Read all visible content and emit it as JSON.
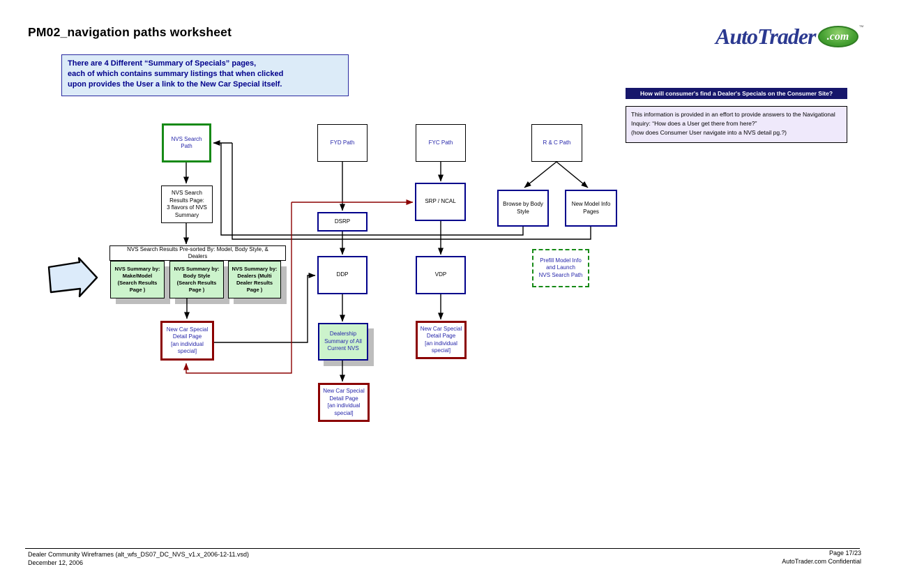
{
  "page": {
    "title": "PM02_navigation paths worksheet"
  },
  "logo": {
    "brand": "AutoTrader",
    "suffix": ".com",
    "tm": "™"
  },
  "note": {
    "text": "There are 4 Different “Summary of Specials” pages,\neach of which contains summary listings that when clicked\nupon provides the User a link to the New Car Special itself."
  },
  "question_bar": {
    "text": "How will consumer's find a Dealer's Specials on the Consumer Site?"
  },
  "info_box": {
    "text": "This information is provided in an effort to provide answers to the Navigational\nInquiry: “How does a User get there from here?”\n(how does Consumer User navigate into a NVS detail pg.?)"
  },
  "nodes": {
    "nvs_search_path": "NVS Search Path",
    "fyd_path": "FYD Path",
    "fyc_path": "FYC Path",
    "rc_path": "R & C Path",
    "nvs_search_results": "NVS Search\nResults Page:\n3 flavors of NVS\nSummary",
    "srp_ncal": "SRP / NCAL",
    "dsrp": "DSRP",
    "browse_body_style": "Browse by Body\nStyle",
    "new_model_info": "New Model Info\nPages",
    "presorted_header": "NVS Search Results Pre-sorted By: Model, Body Style, &\nDealers",
    "summary_make_model": "NVS Summary by:\nMake/Model\n(Search Results\nPage )",
    "summary_body_style": "NVS Summary by:\nBody Style\n(Search Results\nPage )",
    "summary_dealers": "NVS Summary by:\nDealers (Multi\nDealer Results\nPage )",
    "ncs_left": "New Car Special\nDetail Page\n[an individual\nspecial]",
    "ddp": "DDP",
    "vdp": "VDP",
    "dealership_summary": "Dealership\nSummary of All\nCurrent NVS",
    "ncs_right": "New Car Special\nDetail Page\n[an individual\nspecial]",
    "prefill_model": "Prefill Model Info\nand Launch\nNVS Search Path",
    "ncs_bottom": "New Car Special\nDetail Page\n[an individual\nspecial]"
  },
  "footer": {
    "doc": "Dealer Community Wireframes (alt_wfs_DS07_DC_NVS_v1.x_2006-12-11.vsd)",
    "date": "December 12, 2006",
    "page": "Page 17/23",
    "confidential": "AutoTrader.com Confidential"
  },
  "colors": {
    "green_border": "#168a16",
    "navy_border": "#00008b",
    "red_border": "#8b0000",
    "red_connector": "#8b0000",
    "blue_text": "#2626aa",
    "green_fill": "#ccf3cc",
    "note_fill": "#dcebf8",
    "lavender_fill": "#efe9fb",
    "navy_bar": "#16166b",
    "shadow_gray": "#bdbdbd",
    "logo_blue": "#2b3990",
    "logo_green": "#47a133",
    "block_arrow_fill": "#dcebfa"
  }
}
